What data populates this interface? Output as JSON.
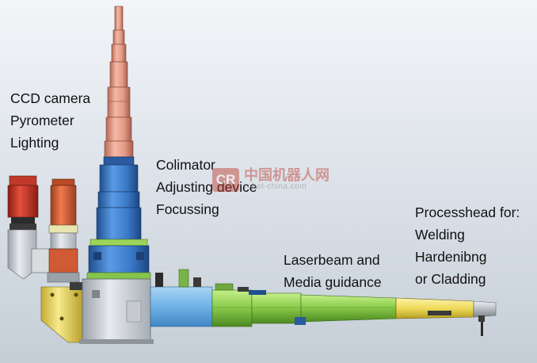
{
  "labels": {
    "camera_group": [
      "CCD camera",
      "Pyrometer",
      "Lighting"
    ],
    "optics_group": [
      "Colimator",
      "Adjusting device",
      "Focussing"
    ],
    "beam_group": [
      "Laserbeam and",
      "Media guidance"
    ],
    "head_group": [
      "Processhead for:",
      "Welding",
      "Hardenibng",
      "or Cladding"
    ]
  },
  "watermark": {
    "logo_text": "CR",
    "chinese_text": "中国机器人网",
    "url_text": "robot-china.com"
  },
  "colors": {
    "background_top": "#f3f5f8",
    "background_bottom": "#c5ced7",
    "upper_tube_salmon": "#e8a28f",
    "column_blue": "#3d7fd1",
    "block_gray": "#d4d8dc",
    "camera_red": "#d23a2a",
    "mount_yellow": "#efe07a",
    "beam_green": "#8fd04f",
    "head_yellow": "#f2e16a",
    "nozzle_gray": "#b8bcc0"
  }
}
